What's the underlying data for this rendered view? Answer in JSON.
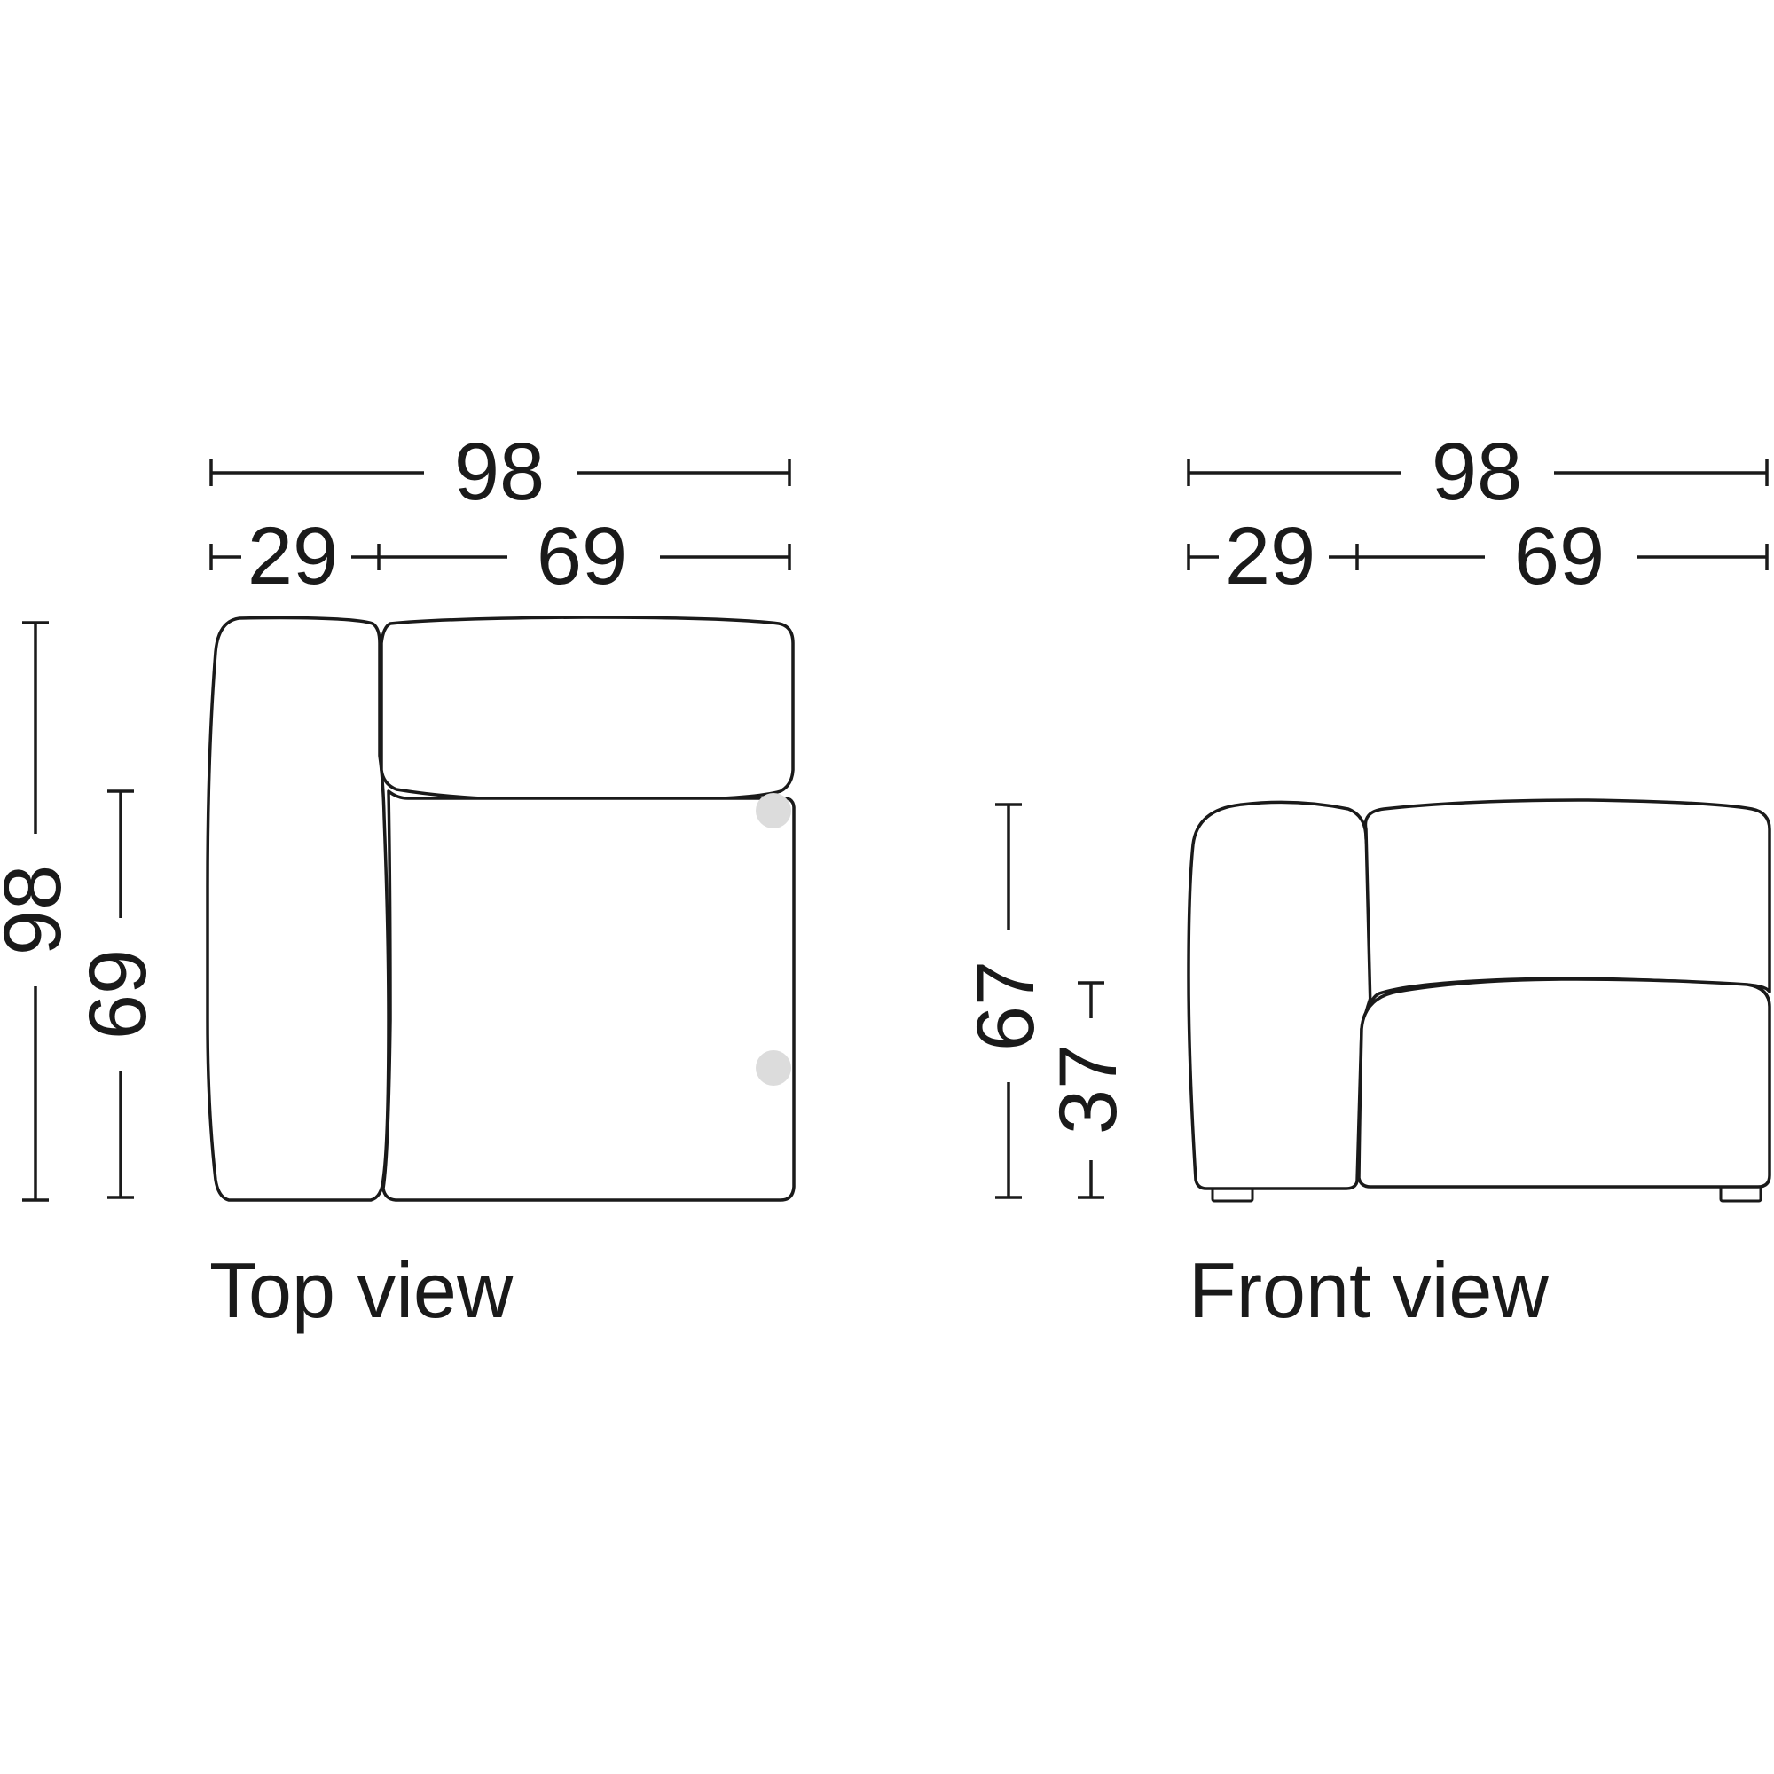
{
  "top_view": {
    "caption": "Top view",
    "width_total": "98",
    "width_arm": "29",
    "width_seat": "69",
    "depth_total": "98",
    "depth_seat": "69"
  },
  "front_view": {
    "caption": "Front view",
    "width_total": "98",
    "width_arm": "29",
    "width_seat": "69",
    "height_total": "67",
    "height_seat": "37"
  },
  "colors": {
    "line": "#1a1a1a",
    "connector_dot": "#dcdcdc",
    "background": "#ffffff"
  }
}
